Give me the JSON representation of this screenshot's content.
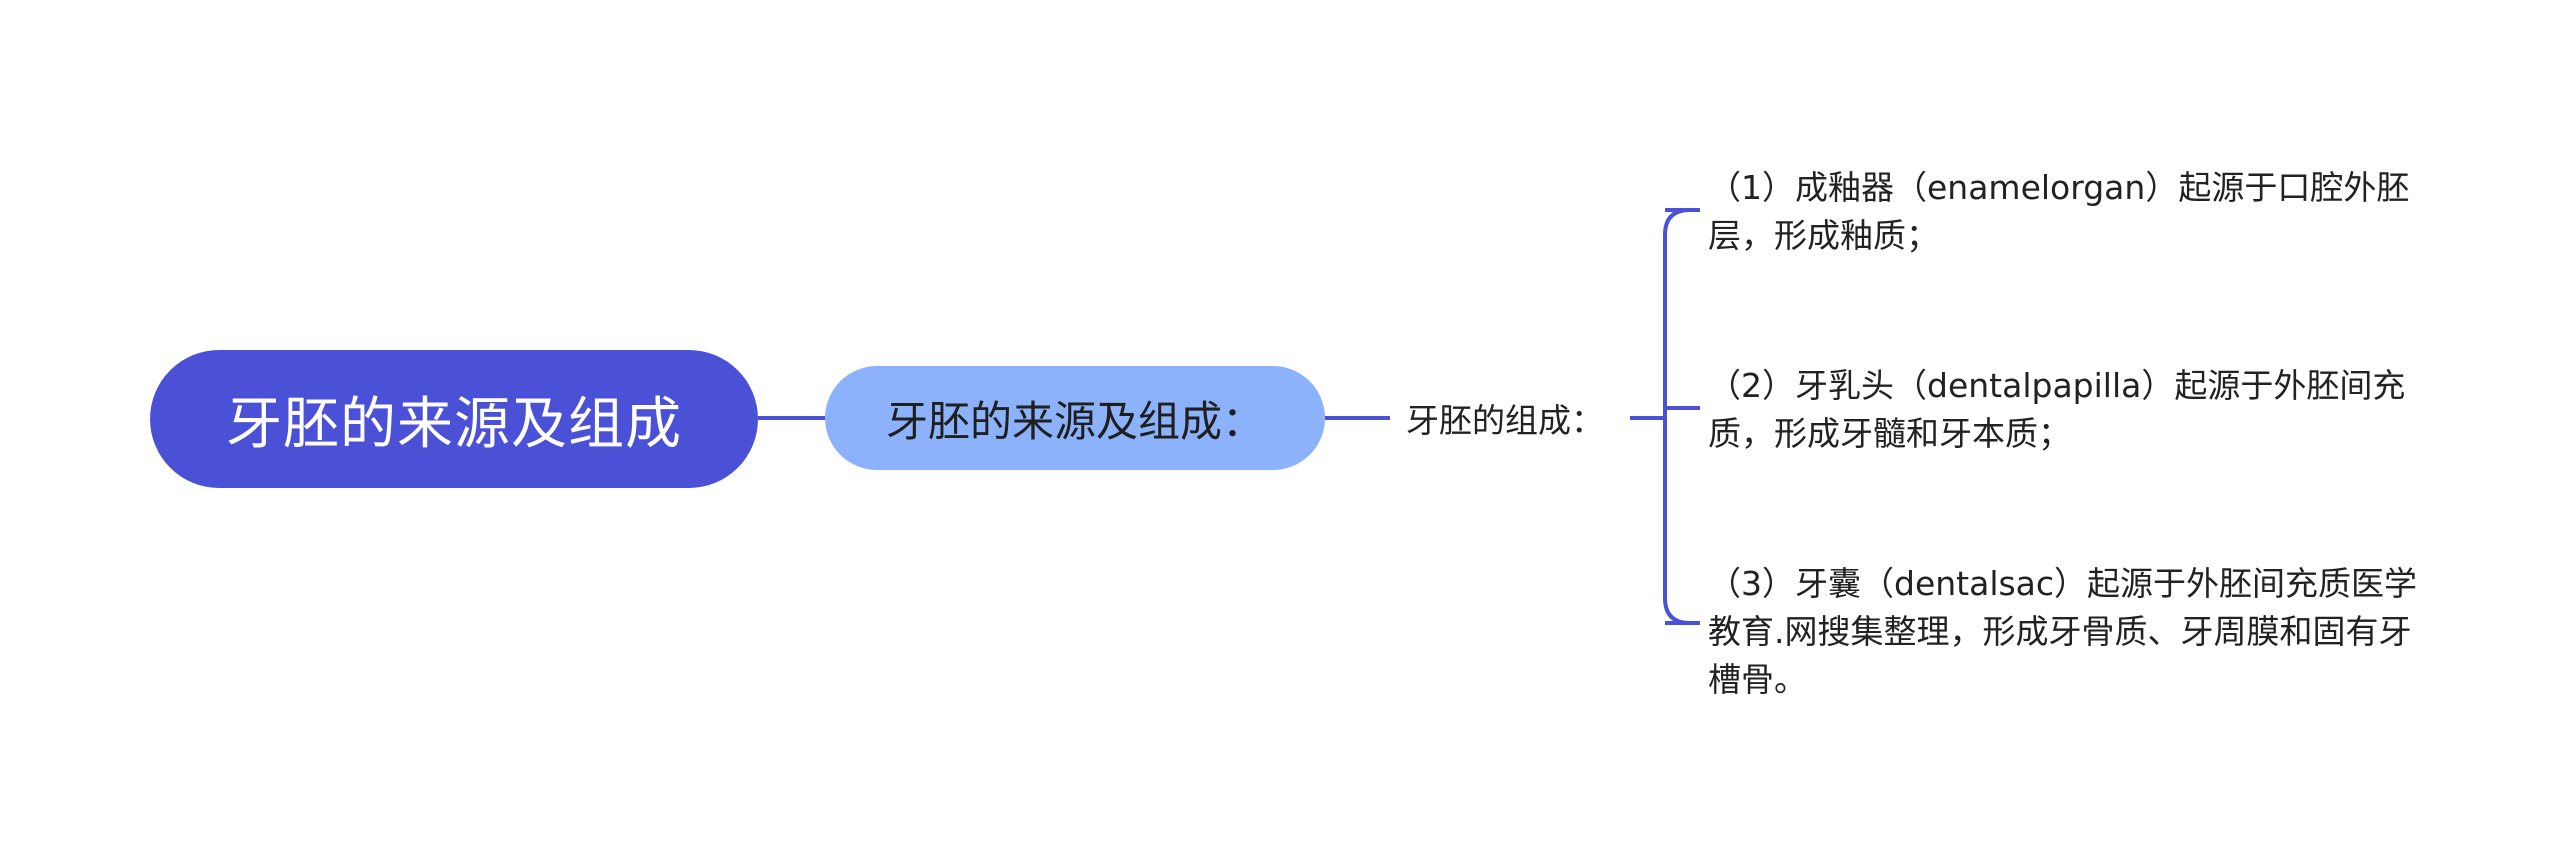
{
  "diagram": {
    "type": "mind-map",
    "colors": {
      "root_fill": "#4a51d6",
      "root_text": "#ffffff",
      "level1_fill": "#8cb2fb",
      "connector": "#4a51d6",
      "background": "#ffffff"
    },
    "root": {
      "label": "牙胚的来源及组成"
    },
    "level1": {
      "label": "牙胚的来源及组成："
    },
    "level2": {
      "label": "牙胚的组成："
    },
    "leaves": [
      {
        "text": "（1）成釉器（enamelorgan）起源于口腔外胚层，形成釉质；"
      },
      {
        "text": "（2）牙乳头（dentalpapilla）起源于外胚间充质，形成牙髓和牙本质；"
      },
      {
        "text": "（3）牙囊（dentalsac）起源于外胚间充质医学教育.网搜集整理，形成牙骨质、牙周膜和固有牙槽骨。"
      }
    ]
  }
}
